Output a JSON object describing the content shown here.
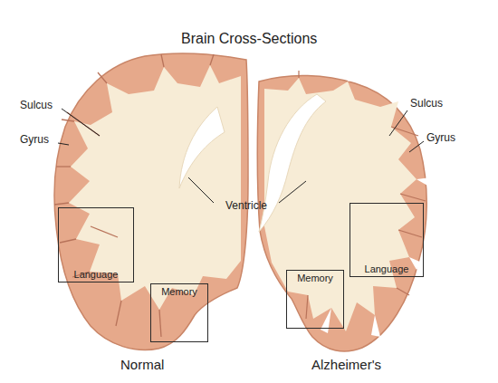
{
  "diagram": {
    "title": "Brain Cross-Sections",
    "nodes": [
      {
        "text": [
          "Language"
        ]
      },
      {
        "text": [
          "Memory"
        ]
      },
      {
        "text": [
          "Language"
        ]
      },
      {
        "text": [
          "Memory"
        ]
      }
    ],
    "labels": [
      "Sulcus",
      "Gyrus",
      "Ventricle",
      "Sulcus",
      "Gyrus",
      "Normal",
      "Alzheimer's"
    ]
  }
}
